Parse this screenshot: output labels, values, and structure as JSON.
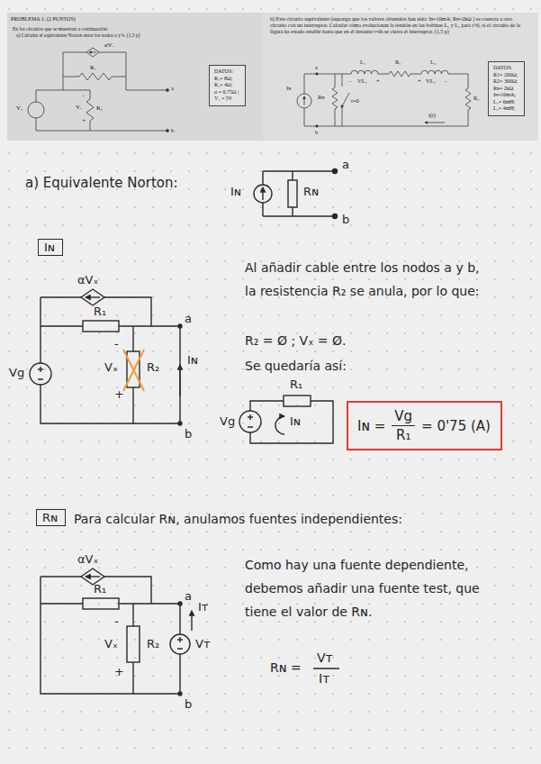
{
  "diagram": {
    "nodes": [
      {
        "text": [
          "DATOS:",
          "R₁= 8Ω;",
          "R₂= 4Ω;",
          "α = 0.75Ω ;",
          "V₁ = 5V"
        ]
      },
      {
        "text": [
          "DATOS:",
          "R1= 200Ω;",
          "R2= 300Ω;",
          "Rɴ= 2kΩ",
          "Iɴ=10mA;",
          "L₁= 6mH;",
          "L₂= 4mH;"
        ]
      },
      {
        "text": [
          "Iɴ"
        ]
      },
      {
        "text": [
          "Iɴ =",
          "Vg",
          "R₁",
          "= 0'75 (A)"
        ]
      },
      {
        "text": [
          "Rɴ"
        ]
      }
    ],
    "labels": [
      "PROBLEMA 1: (2 PUNTOS)",
      "En los circuitos que se muestran a continuación:",
      "a) Calcular el equivalente Norton entre los nodos a y b. (1,5 p)",
      "αVₓ",
      "R₁",
      "a",
      "V₁",
      "-",
      "Vₓ",
      "R₂",
      "+",
      "b",
      "b) Este circuito equivalente (suponga que los valores obtenidos han sido: Iɴ=10mA; Rɴ=2kΩ ) se conecta a otro circuito con un interruptor. Calcular cómo evolucionan la tensión en las bobinas L₁ y L₂ para t>0, si el circuito de la figura ha estado estable hasta que en el instante t=0s se cierra el interruptor. (1,5 p)",
      "a",
      "L₁",
      "R₁",
      "L₂",
      "-",
      "VL₁",
      "+",
      "+",
      "VL₂",
      "-",
      "Iɴ",
      "Rɴ",
      "t=0",
      "R₂",
      "i(t)",
      "b",
      "a) Equivalente Norton:",
      "Iɴ",
      "Rɴ",
      "a",
      "b",
      "αVₓ",
      "R₁",
      "a",
      "Vg",
      "-",
      "Vₓ",
      "+",
      "R₂",
      "Iɴ",
      "b",
      "Al añadir cable entre los nodos a y b, la resistencia R₂ se anula, por lo que:",
      "R₂ = Ø ; Vₓ = Ø.",
      "Se quedaría así:",
      "R₁",
      "Vg",
      "Iɴ",
      "Para calcular Rɴ, anulamos fuentes independientes:",
      "αVₓ",
      "R₁",
      "a",
      "-",
      "Vₓ",
      "+",
      "R₂",
      "Iᴛ",
      "Vᴛ",
      "b",
      "Como hay una fuente dependiente, debemos añadir una fuente test, que tiene el valor de Rɴ.",
      "Rɴ =",
      "Vᴛ",
      "Iᴛ"
    ]
  }
}
